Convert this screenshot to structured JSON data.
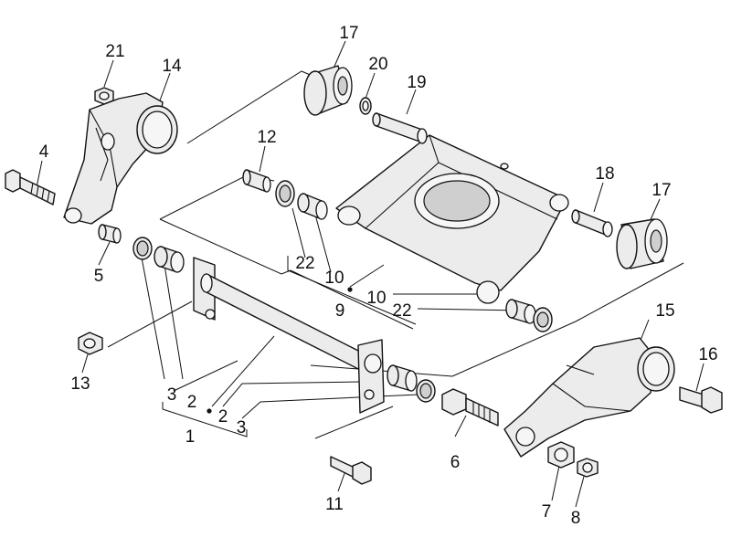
{
  "callouts": {
    "c1": "1",
    "c2a": "2",
    "c2b": "2",
    "c3a": "3",
    "c3b": "3",
    "c4": "4",
    "c5": "5",
    "c6": "6",
    "c7": "7",
    "c8": "8",
    "c9": "9",
    "c10a": "10",
    "c10b": "10",
    "c11": "11",
    "c12": "12",
    "c13": "13",
    "c14": "14",
    "c15": "15",
    "c16": "16",
    "c17a": "17",
    "c17b": "17",
    "c18": "18",
    "c19": "19",
    "c20": "20",
    "c21": "21",
    "c22a": "22",
    "c22b": "22"
  }
}
